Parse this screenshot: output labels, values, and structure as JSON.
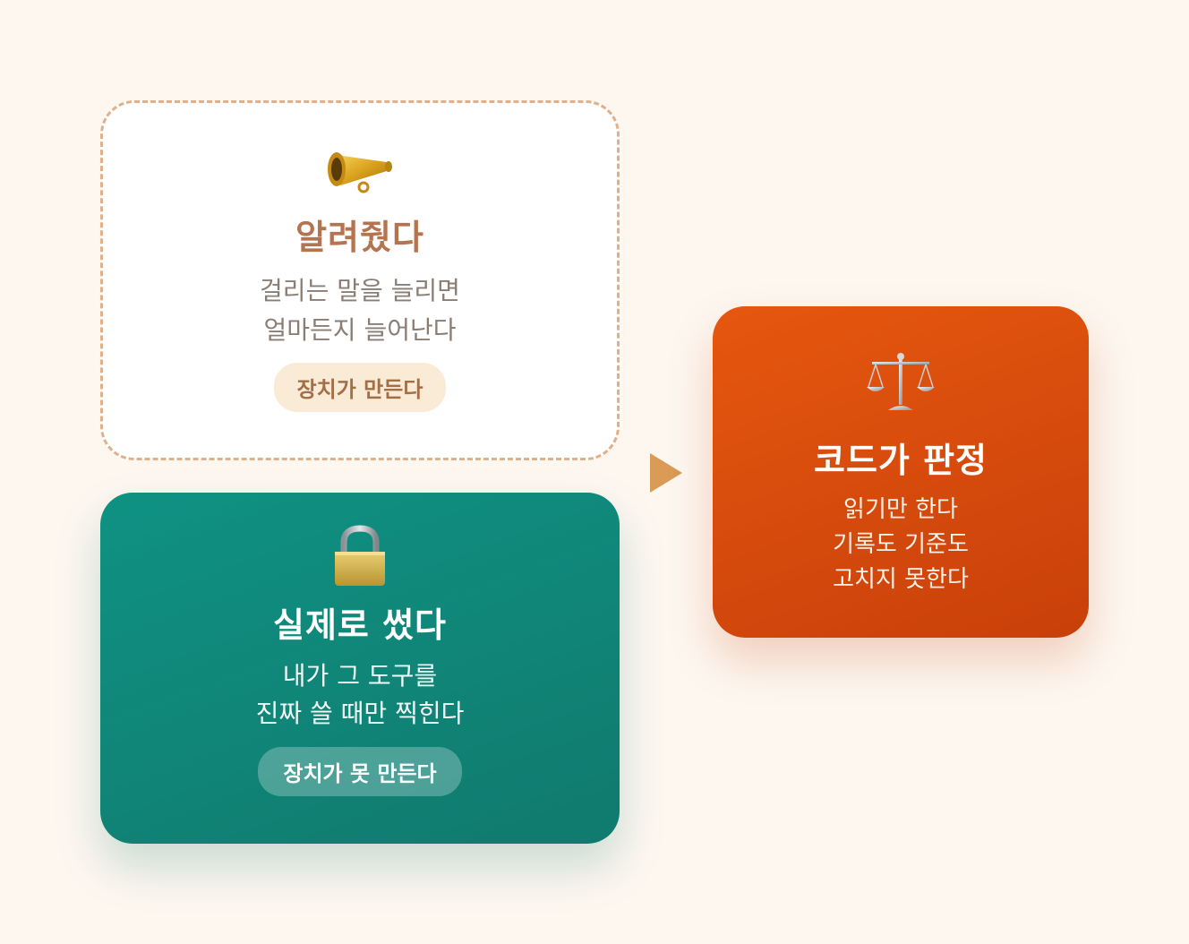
{
  "colors": {
    "background": "#fdf7f0",
    "told_border": "#e0b08a",
    "told_title": "#b47450",
    "used_card": "#0f9283",
    "judge_card": "#e6570f",
    "arrow": "#d99b55"
  },
  "cards": {
    "told": {
      "icon": "megaphone-icon",
      "title": "알려줬다",
      "lines": [
        "걸리는 말을 늘리면",
        "얼마든지 늘어난다"
      ],
      "badge": "장치가 만든다"
    },
    "used": {
      "icon": "lock-icon",
      "title": "실제로 썼다",
      "lines": [
        "내가 그 도구를",
        "진짜 쓸 때만 찍힌다"
      ],
      "badge": "장치가 못 만든다"
    },
    "judge": {
      "icon": "scales-icon",
      "title": "코드가 판정",
      "lines": [
        "읽기만 한다",
        "기록도 기준도",
        "고치지 못한다"
      ]
    }
  }
}
